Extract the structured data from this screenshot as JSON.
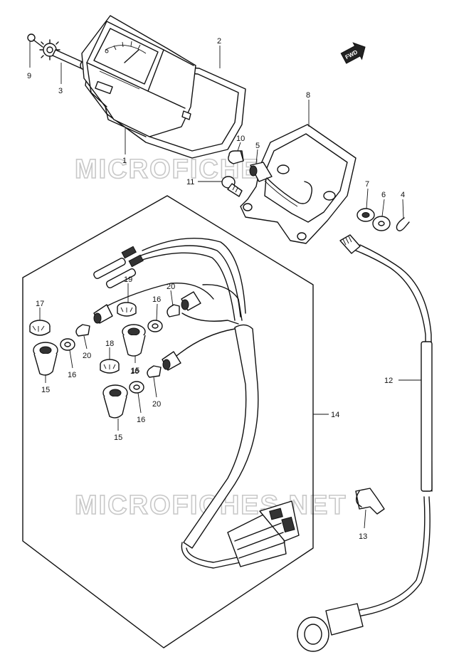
{
  "watermark": "MICROFICHES.NET",
  "fwd_label": "FWD",
  "callouts": {
    "c1": "1",
    "c2": "2",
    "c3": "3",
    "c4": "4",
    "c5": "5",
    "c6": "6",
    "c7": "7",
    "c8": "8",
    "c9": "9",
    "c10": "10",
    "c11": "11",
    "c12": "12",
    "c13": "13",
    "c14": "14",
    "c15a": "15",
    "c15b": "15",
    "c15c": "15",
    "c16a": "16",
    "c16b": "16",
    "c16c": "16",
    "c16d": "16",
    "c17": "17",
    "c18": "18",
    "c19": "19",
    "c20a": "20",
    "c20b": "20",
    "c20c": "20"
  }
}
